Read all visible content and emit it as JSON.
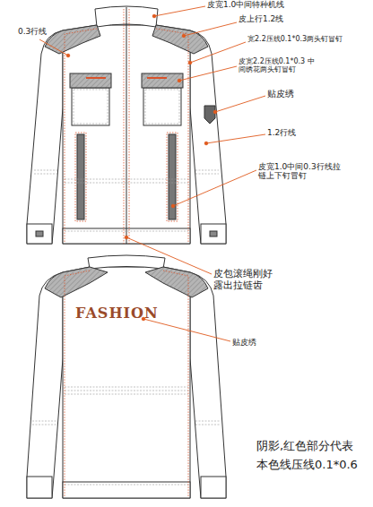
{
  "diagram": {
    "labels": [
      "皮宽1.0中间特种机线",
      "0.3行线",
      "皮上行1.2线",
      "宽2.2压线0.1*0.3两头钉冒钉",
      "皮宽2.2压线0.1*0.3 中间绣花两头钉冒钉",
      "贴皮绣",
      "1.2行线",
      "皮宽1.0中间0.3行线拉链上下钉冒钉",
      "皮包滚绳刚好露出拉链齿",
      "FASHION",
      "贴皮绣",
      "阴影,红色部分代表",
      "本色线压线0.1*0.6"
    ]
  }
}
